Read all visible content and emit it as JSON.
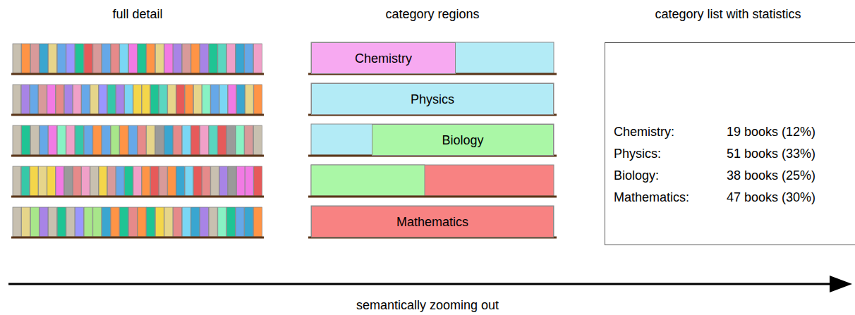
{
  "diagram": {
    "nodes": [
      {
        "text": [
          "Chemistry"
        ]
      },
      {
        "text": [
          "Physics"
        ]
      },
      {
        "text": [
          "Biology"
        ]
      },
      {
        "text": [
          "Mathematics"
        ]
      },
      {
        "text": [
          "Chemistry:",
          "19 books (12%)",
          "Physics:",
          "51 books (33%)",
          "Biology:",
          "38 books (25%)",
          "Mathematics:",
          "47 books (30%)"
        ]
      }
    ],
    "labels": [
      "full detail",
      "category regions",
      "category list with statistics",
      "semantically zooming out"
    ]
  }
}
